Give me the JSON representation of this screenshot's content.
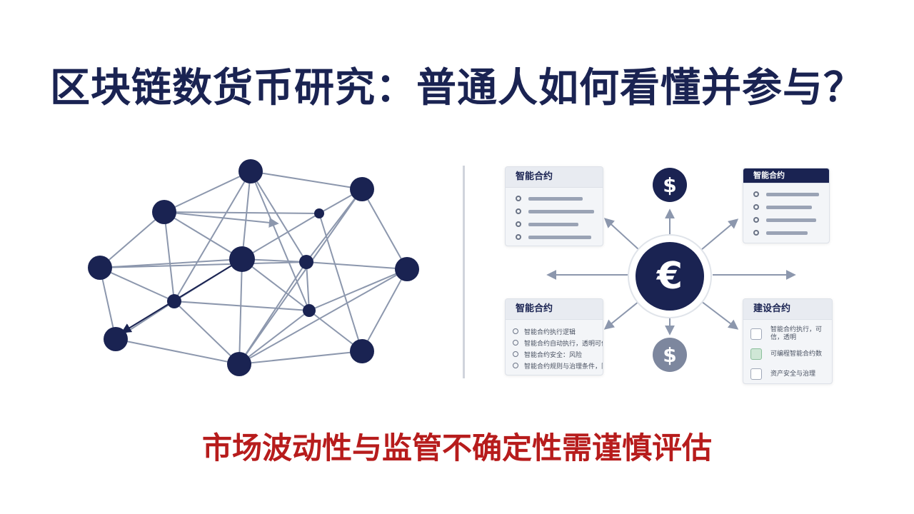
{
  "title": "区块链数货币研究：普通人如何看懂并参与？",
  "subtitle": "市场波动性与监管不确定性需谨慎评估",
  "icons": {
    "center": "euro-icon",
    "top": "dollar-icon",
    "bottom": "dollar-icon"
  },
  "cards": {
    "top_left": {
      "heading": "智能合约"
    },
    "top_right": {
      "heading": "智能合约"
    },
    "bottom_left": {
      "heading": "智能合约",
      "lines": [
        "智能合约执行逻辑",
        "智能合约自动执行，透明可信",
        "智能合约安全：风险",
        "智能合约规则与治理条件，限"
      ]
    },
    "bottom_right": {
      "heading": "建设合约",
      "lines": [
        "智能合约执行，可信，透明",
        "可编程智能合约数",
        "资产安全与治理"
      ]
    }
  },
  "colors": {
    "navy": "#1a2352",
    "red": "#b71c1c",
    "edge": "#8c97ad",
    "slate_coin": "#7d879e"
  }
}
